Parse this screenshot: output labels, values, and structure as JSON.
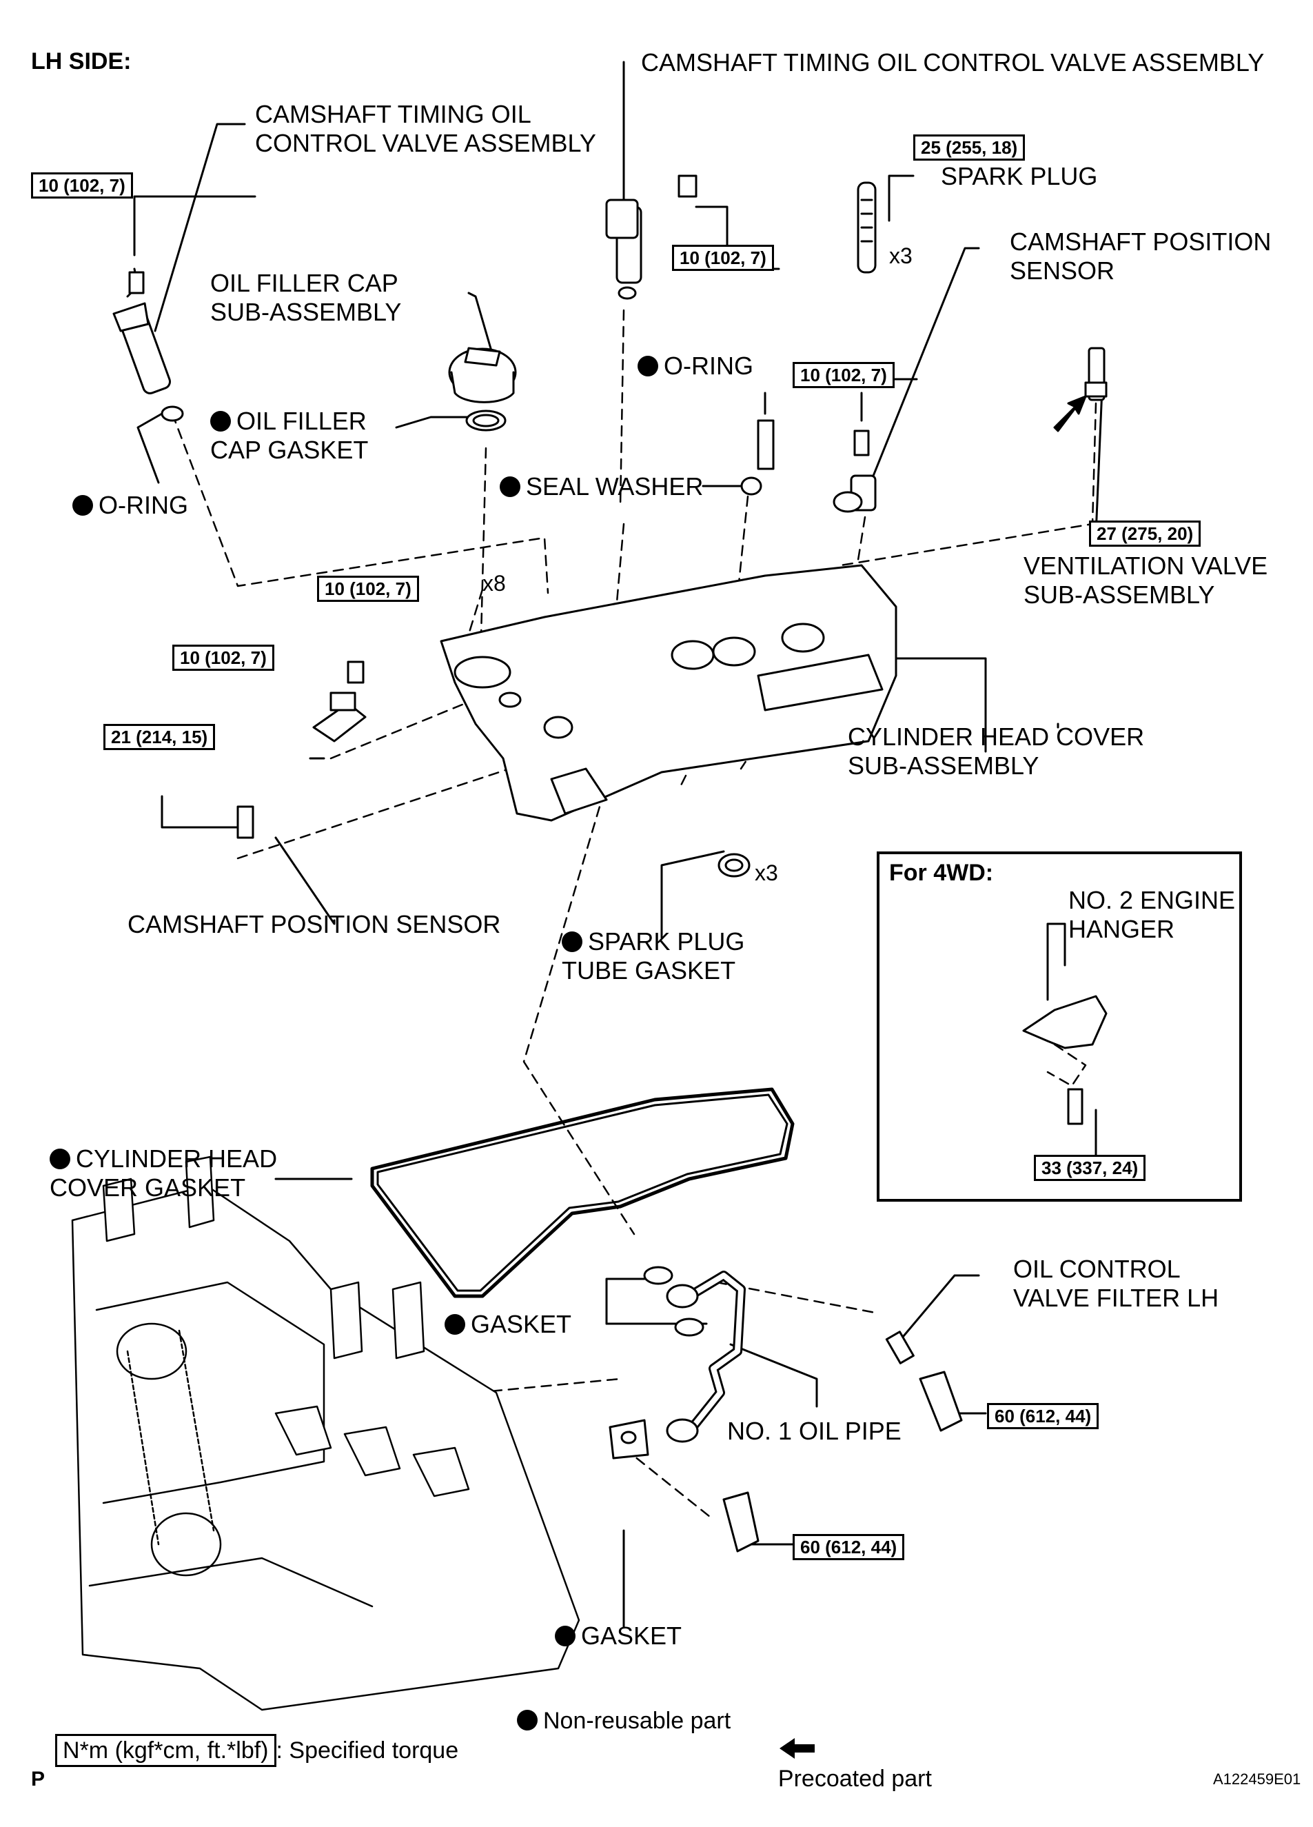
{
  "title": "LH SIDE:",
  "labels": {
    "cam_valve_left": "CAMSHAFT TIMING OIL\nCONTROL VALVE ASSEMBLY",
    "cam_valve_top": "CAMSHAFT TIMING OIL CONTROL VALVE ASSEMBLY",
    "spark_plug": "SPARK PLUG",
    "cam_sensor_right": "CAMSHAFT POSITION\nSENSOR",
    "oil_filler_cap": "OIL FILLER CAP\nSUB-ASSEMBLY",
    "oil_filler_gasket": "OIL FILLER\nCAP GASKET",
    "o_ring_left": "O-RING",
    "o_ring_top": "O-RING",
    "seal_washer": "SEAL WASHER",
    "ventilation_valve": "VENTILATION VALVE\nSUB-ASSEMBLY",
    "head_cover": "CYLINDER HEAD COVER\nSUB-ASSEMBLY",
    "cam_sensor_left": "CAMSHAFT POSITION SENSOR",
    "spark_tube_gasket": "SPARK PLUG\nTUBE GASKET",
    "head_cover_gasket": "CYLINDER HEAD\nCOVER GASKET",
    "gasket_upper": "GASKET",
    "gasket_lower": "GASKET",
    "oil_control_filter": "OIL CONTROL\nVALVE FILTER LH",
    "oil_pipe": "NO. 1 OIL PIPE",
    "inset_title": "For 4WD:",
    "engine_hanger": "NO. 2 ENGINE\nHANGER"
  },
  "torques": {
    "t_left_valve": "10 (102, 7)",
    "t_top_valve": "10 (102, 7)",
    "t_spark": "25 (255, 18)",
    "t_sensor_top": "10 (102, 7)",
    "t_vent": "27 (275, 20)",
    "t_cover": "10 (102, 7)",
    "t_sensor_left": "10 (102, 7)",
    "t_21": "21 (214, 15)",
    "t_hanger": "33 (337, 24)",
    "t_filter": "60 (612, 44)",
    "t_pipe": "60 (612, 44)"
  },
  "multipliers": {
    "spark_count": "x3",
    "cover_bolt_count": "x8",
    "tube_gasket_count": "x3"
  },
  "legend": {
    "torque_unit": "N*m (kgf*cm, ft.*lbf)",
    "torque_desc": ": Specified torque",
    "non_reusable": "Non-reusable part",
    "precoated": "Precoated part"
  },
  "footer": {
    "page_letter": "P",
    "figure_code": "A122459E01"
  }
}
